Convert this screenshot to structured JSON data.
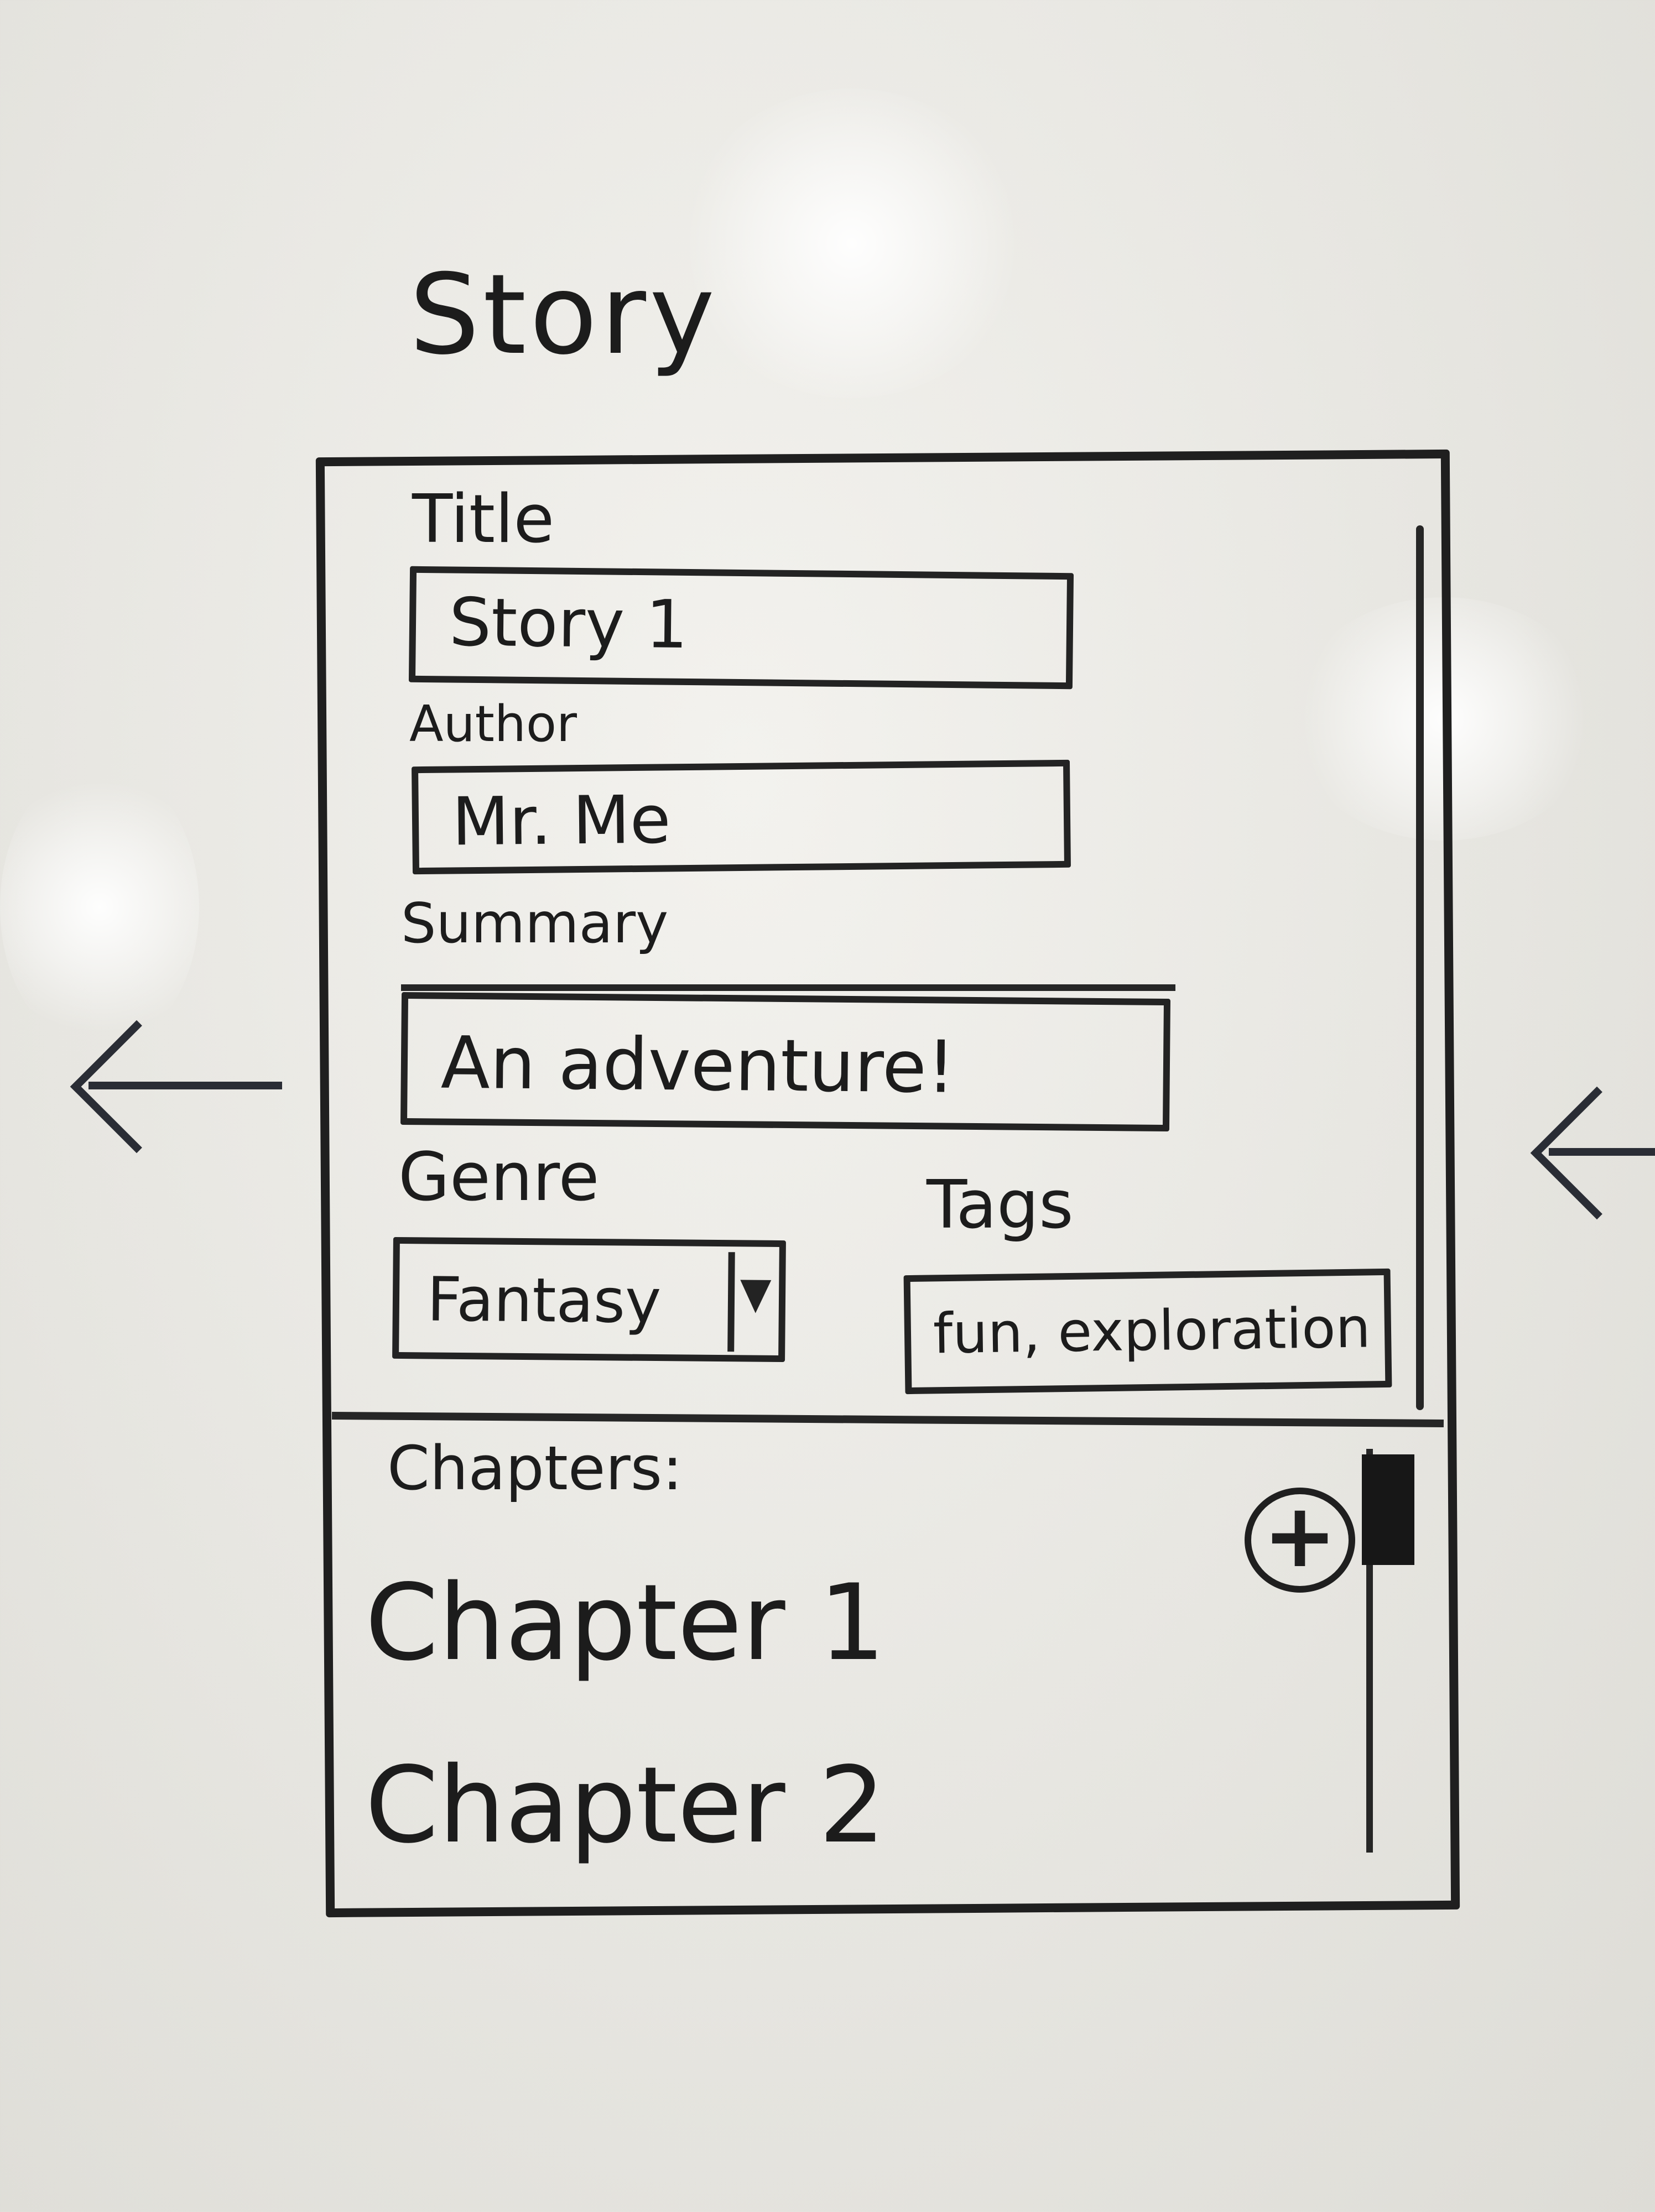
{
  "screen_title": "Story",
  "form": {
    "title_label": "Title",
    "title_value": "Story 1",
    "author_label": "Author",
    "author_value": "Mr. Me",
    "summary_label": "Summary",
    "summary_value": "An adventure!",
    "genre_label": "Genre",
    "genre_value": "Fantasy",
    "tags_label": "Tags",
    "tags_value": "fun, exploration"
  },
  "chapters": {
    "heading": "Chapters:",
    "add_icon": "plus-icon",
    "items": [
      {
        "label": "Chapter 1"
      },
      {
        "label": "Chapter 2"
      }
    ]
  },
  "navigation": {
    "left_arrow_icon": "arrow-left-icon",
    "right_arrow_icon": "arrow-left-icon"
  }
}
